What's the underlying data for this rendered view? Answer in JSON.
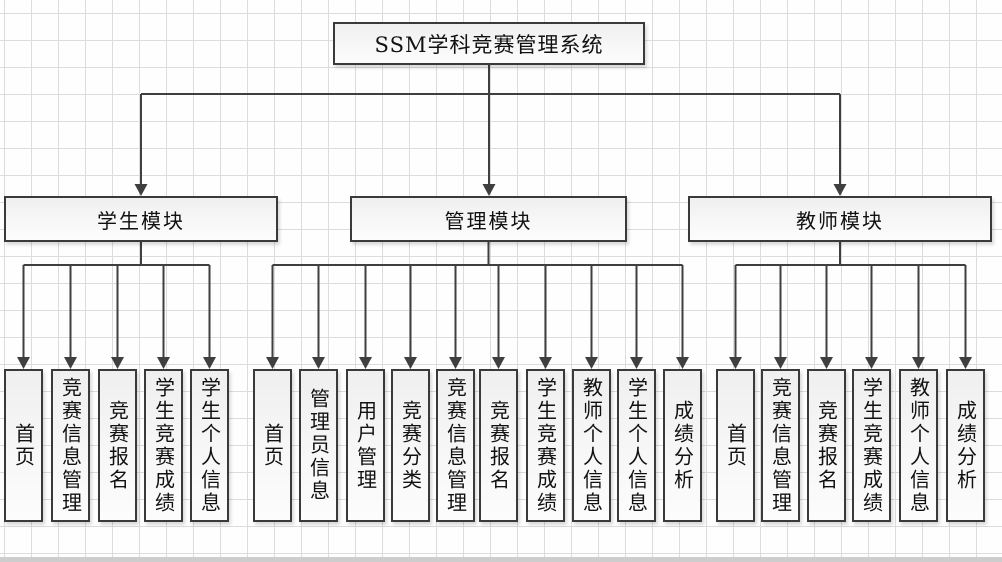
{
  "root": {
    "label": "SSM学科竞赛管理系统"
  },
  "modules": [
    {
      "label": "学生模块",
      "children": [
        "首页",
        "竞赛信息管理",
        "竞赛报名",
        "学生竞赛成绩",
        "学生个人信息"
      ]
    },
    {
      "label": "管理模块",
      "children": [
        "首页",
        "管理员信息",
        "用户管理",
        "竞赛分类",
        "竞赛信息管理",
        "竞赛报名",
        "学生竞赛成绩",
        "教师个人信息",
        "学生个人信息",
        "成绩分析"
      ]
    },
    {
      "label": "教师模块",
      "children": [
        "首页",
        "竞赛信息管理",
        "竞赛报名",
        "学生竞赛成绩",
        "教师个人信息",
        "成绩分析"
      ]
    }
  ],
  "colors": {
    "connector": "#3f3f3f",
    "node_border": "#3a3a3a",
    "grid_line": "#dcdcdc",
    "node_fill": "#f2f2f2",
    "text": "#111111"
  }
}
